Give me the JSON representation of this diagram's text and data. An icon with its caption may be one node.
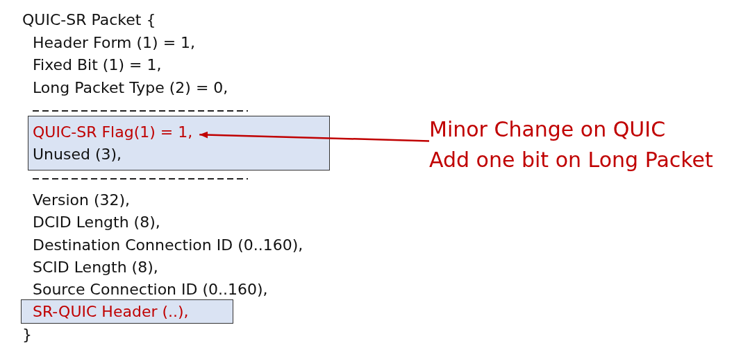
{
  "diagram": {
    "nodes": [
      {
        "text": [],
        "shape": "box"
      },
      {
        "text": [
          "QUIC-SR Flag(1) = 1,"
        ],
        "in": 0
      },
      {
        "text": [
          "Unused (3),"
        ],
        "in": 0
      },
      {
        "text": [
          "Minor Change on QUIC",
          "Add one bit on Long Packet"
        ]
      },
      {
        "text": [
          "SR-QUIC Header (..),"
        ]
      }
    ],
    "edges": [
      {
        "from": 3,
        "to": 1,
        "arrow": "to"
      }
    ],
    "labels": [
      "QUIC-SR Packet {",
      "Header Form (1) = 1,",
      "Fixed Bit (1) = 1,",
      "Long Packet Type (2) = 0,",
      "Version (32),",
      "DCID Length (8),",
      "Destination Connection ID (0..160),",
      "SCID Length (8),",
      "Source Connection ID (0..160),",
      "}"
    ]
  }
}
